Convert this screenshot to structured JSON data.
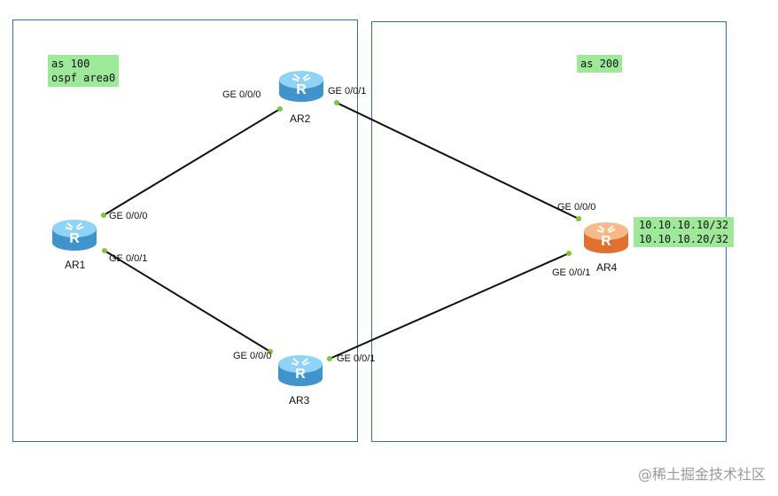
{
  "areas": {
    "left_label": "as 100\nospf area0",
    "right_label": "as 200"
  },
  "routers": {
    "ar1": "AR1",
    "ar2": "AR2",
    "ar3": "AR3",
    "ar4": "AR4"
  },
  "ports": {
    "ar1_g0": "GE 0/0/0",
    "ar1_g1": "GE 0/0/1",
    "ar2_g0": "GE 0/0/0",
    "ar2_g1": "GE 0/0/1",
    "ar3_g0": "GE 0/0/0",
    "ar3_g1": "GE 0/0/1",
    "ar4_g0": "GE 0/0/0",
    "ar4_g1": "GE 0/0/1"
  },
  "ar4_addresses": "10.10.10.10/32\n10.10.10.20/32",
  "watermark": "@稀土掘金技术社区",
  "colors": {
    "router_blue": "#5fb6e8",
    "router_orange": "#f0874a",
    "link": "#111111",
    "port_dot": "#7cc63a",
    "box_border": "#2f6fb0",
    "label_bg": "#9ee89a"
  }
}
